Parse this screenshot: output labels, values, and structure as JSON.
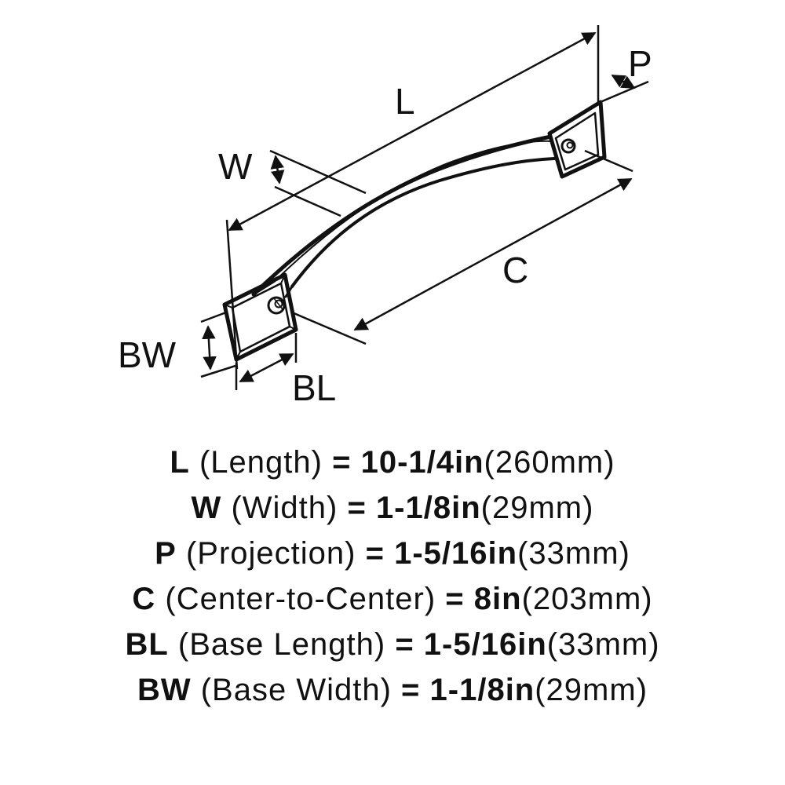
{
  "diagram": {
    "labels": {
      "L": "L",
      "W": "W",
      "P": "P",
      "C": "C",
      "BW": "BW",
      "BL": "BL"
    }
  },
  "specs": [
    {
      "code": "L",
      "name": "(Length)",
      "equals": "=",
      "value": "10-1/4in",
      "metric": "(260mm)"
    },
    {
      "code": "W",
      "name": "(Width)",
      "equals": "=",
      "value": "1-1/8in",
      "metric": "(29mm)"
    },
    {
      "code": "P",
      "name": "(Projection)",
      "equals": "=",
      "value": "1-5/16in",
      "metric": "(33mm)"
    },
    {
      "code": "C",
      "name": "(Center-to-Center)",
      "equals": "=",
      "value": "8in",
      "metric": "(203mm)"
    },
    {
      "code": "BL",
      "name": "(Base Length)",
      "equals": "=",
      "value": "1-5/16in",
      "metric": "(33mm)"
    },
    {
      "code": "BW",
      "name": "(Base Width)",
      "equals": "=",
      "value": "1-1/8in",
      "metric": "(29mm)"
    }
  ]
}
